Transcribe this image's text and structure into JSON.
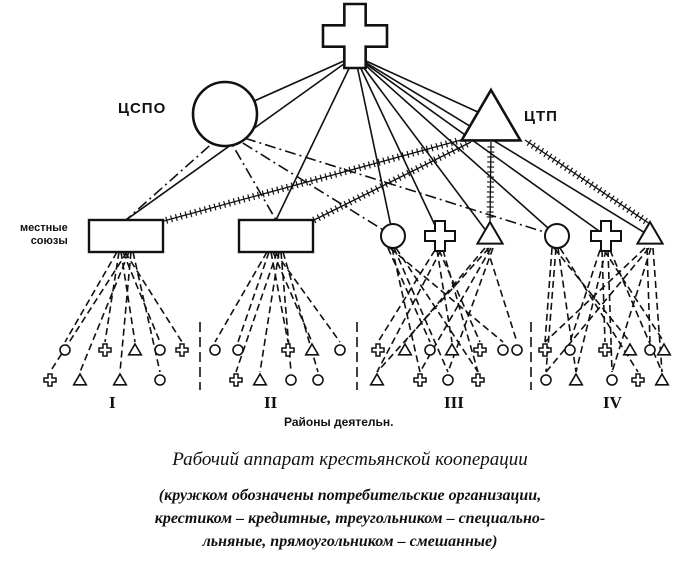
{
  "labels": {
    "cspo": "ЦСПО",
    "ctp": "ЦТП",
    "local_unions": "местные\nсоюзы",
    "areas": "Районы деятельн."
  },
  "regions": [
    "I",
    "II",
    "III",
    "IV"
  ],
  "caption": {
    "title": "Рабочий аппарат крестьянской кооперации",
    "note_line1": "(кружком обозначены потребительские организации,",
    "note_line2": "крестиком – кредитные, треугольником – специально-",
    "note_line3": "льняные, прямоугольником – смешанные)"
  },
  "legend_shapes": {
    "circle": "потребительские организации",
    "cross": "кредитные",
    "triangle": "специально-льняные",
    "rectangle": "смешанные"
  }
}
